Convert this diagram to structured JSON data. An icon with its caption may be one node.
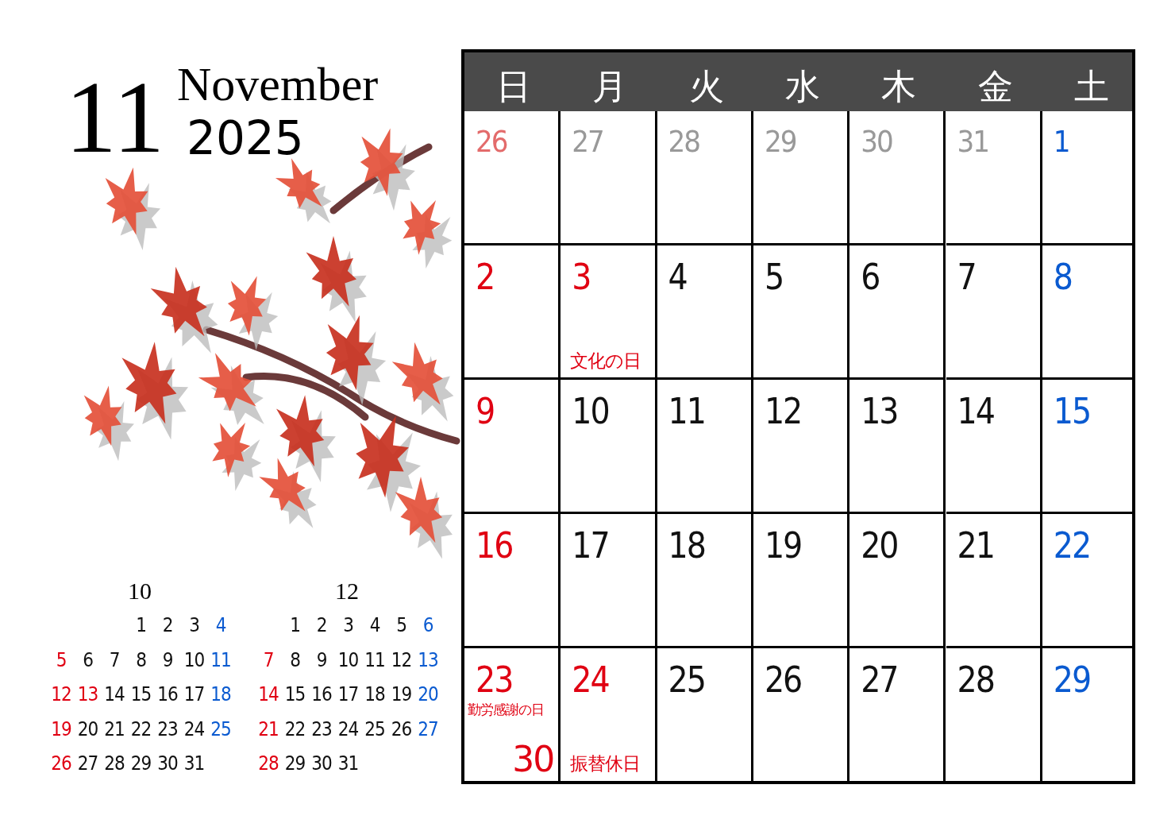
{
  "diagram": {
    "labels": [
      "11",
      "November",
      "2025",
      "日",
      "月",
      "火",
      "水",
      "木",
      "金",
      "土",
      "26",
      "27",
      "28",
      "29",
      "30",
      "31",
      "1",
      "2",
      "3",
      "文化の日",
      "4",
      "5",
      "6",
      "7",
      "8",
      "9",
      "10",
      "11",
      "12",
      "13",
      "14",
      "15",
      "16",
      "17",
      "18",
      "19",
      "20",
      "21",
      "22",
      "23",
      "勤労感謝の日",
      "30",
      "24",
      "振替休日",
      "25",
      "26",
      "27",
      "28",
      "29",
      "10",
      "1",
      "2",
      "3",
      "4",
      "5",
      "6",
      "7",
      "8",
      "9",
      "10",
      "11",
      "12",
      "13",
      "14",
      "15",
      "16",
      "17",
      "18",
      "19",
      "20",
      "21",
      "22",
      "23",
      "24",
      "25",
      "26",
      "27",
      "28",
      "29",
      "30",
      "31",
      "12",
      "1",
      "2",
      "3",
      "4",
      "5",
      "6",
      "7",
      "8",
      "9",
      "10",
      "11",
      "12",
      "13",
      "14",
      "15",
      "16",
      "17",
      "18",
      "19",
      "20",
      "21",
      "22",
      "23",
      "24",
      "25",
      "26",
      "27",
      "28",
      "29",
      "30",
      "31"
    ]
  }
}
